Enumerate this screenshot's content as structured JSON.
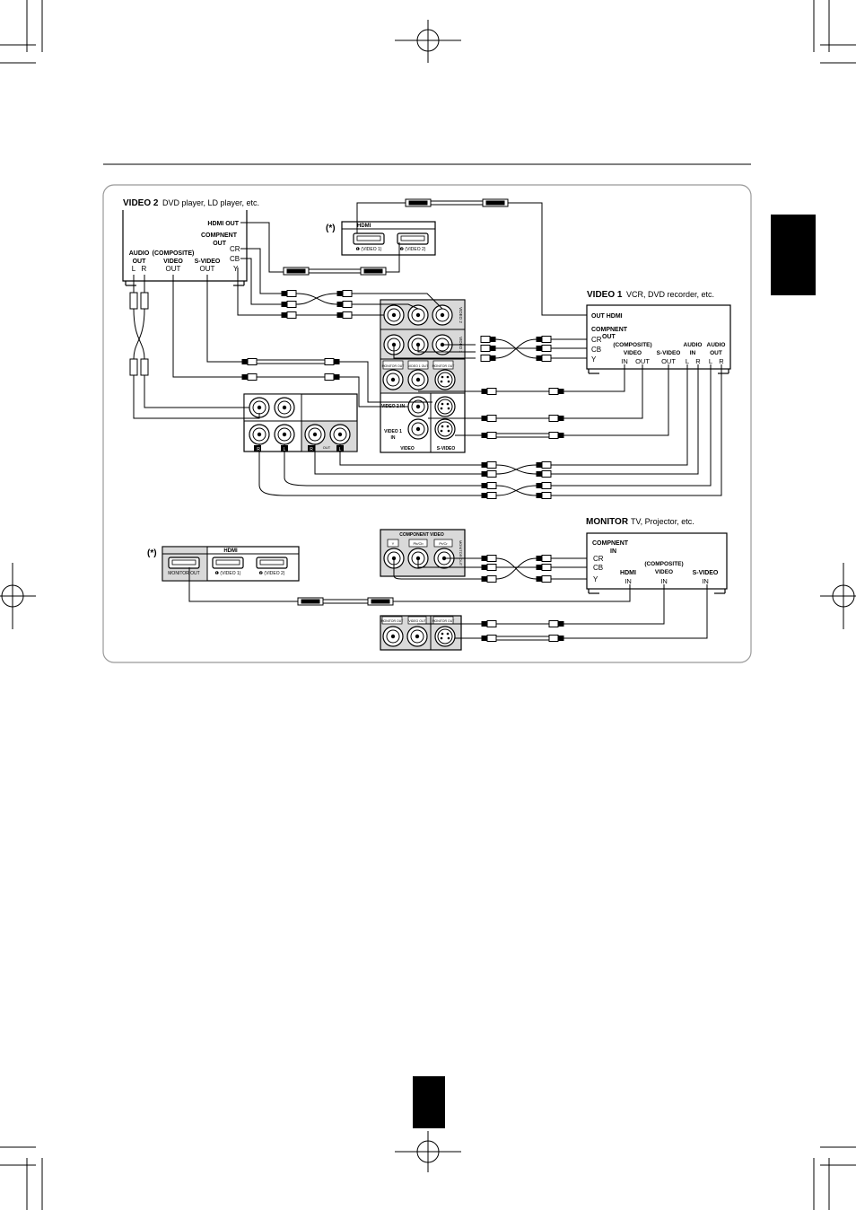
{
  "colors": {
    "ink": "#000000",
    "panel": "#d9d9d9",
    "frame": "#999999",
    "side_tab": "#000000"
  },
  "asterisk": "(*)",
  "video2": {
    "title": "VIDEO 2",
    "subtitle": "DVD player, LD player, etc.",
    "hdmi_out": "HDMI OUT",
    "component_out_1": "COMPNENT",
    "component_out_2": "OUT",
    "cr": "CR",
    "cb": "CB",
    "y": "Y",
    "audio_out_1": "AUDIO",
    "audio_out_2": "OUT",
    "audio_lr": "L   R",
    "composite_1": "(COMPOSITE)",
    "composite_2": "VIDEO",
    "composite_3": "OUT",
    "svideo_1": "S-VIDEO",
    "svideo_2": "OUT"
  },
  "hdmi_top": {
    "title": "HDMI",
    "port1": "❶ (VIDEO 1)",
    "port2": "❷ (VIDEO 2)"
  },
  "video1": {
    "title": "VIDEO 1",
    "subtitle": "VCR, DVD recorder, etc.",
    "out_hdmi": "OUT HDMI",
    "component_1": "COMPNENT",
    "component_2": "OUT",
    "cr": "CR",
    "cb": "CB",
    "y": "Y",
    "composite_1": "(COMPOSITE)",
    "composite_2": "VIDEO",
    "in": "IN",
    "out": "OUT",
    "svideo": "S-VIDEO",
    "svideo_out": "OUT",
    "audio_in_1": "AUDIO",
    "audio_in_2": "IN",
    "audio_out_1": "AUDIO",
    "audio_out_2": "OUT",
    "l": "L",
    "r": "R"
  },
  "receiver": {
    "video2_tab": "VIDEO 2",
    "video1_tab": "VIDEO 1",
    "monitor_out": "MONITOR OUT",
    "video1_out": "VIDEO 1 OUT",
    "monitor_out2": "MONITOR OUT",
    "video2_in": "VIDEO 2 IN",
    "video1_in_1": "VIDEO 1",
    "video1_in_2": "IN",
    "video_label": "VIDEO",
    "svideo_label": "S-VIDEO",
    "audio_r": "R",
    "audio_l": "L",
    "rec_r": "R",
    "rec_out": "OUT",
    "rec_l": "L",
    "component_video": "COMPONENT VIDEO",
    "y": "Y",
    "pb_cb": "Pb/Cb",
    "pr_cr": "Pr/Cr",
    "monitor_tab": "MONITOR OUT",
    "mon_out_a": "MONITOR OUT",
    "mon_out_b": "VIDEO OUT",
    "mon_out_c": "MONITOR OUT"
  },
  "hdmi_bottom": {
    "title": "HDMI",
    "monitor_out": "MONITOR OUT",
    "port1": "❶ (VIDEO 1)",
    "port2": "❷ (VIDEO 2)"
  },
  "monitor": {
    "title": "MONITOR",
    "subtitle": "TV, Projector, etc.",
    "component_1": "COMPNENT",
    "component_2": "IN",
    "cr": "CR",
    "cb": "CB",
    "y": "Y",
    "hdmi": "HDMI",
    "composite_1": "(COMPOSITE)",
    "composite_2": "VIDEO",
    "svideo": "S-VIDEO",
    "in": "IN"
  }
}
